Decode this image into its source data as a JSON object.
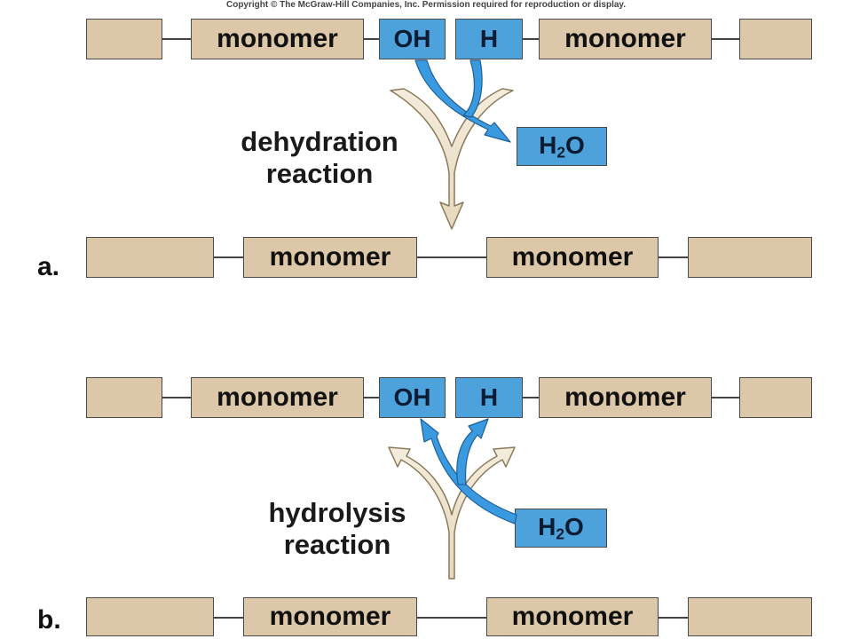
{
  "copyright": "Copyright © The McGraw-Hill Companies, Inc. Permission required for reproduction or display.",
  "panel_a": {
    "letter": "a.",
    "reaction_line1": "dehydration",
    "reaction_line2": "reaction",
    "monomer_label": "monomer",
    "oh_label": "OH",
    "h_label": "H",
    "water_h": "H",
    "water_sub": "2",
    "water_o": "O"
  },
  "panel_b": {
    "letter": "b.",
    "reaction_line1": "hydrolysis",
    "reaction_line2": "reaction",
    "monomer_label": "monomer",
    "oh_label": "OH",
    "h_label": "H",
    "water_h": "H",
    "water_sub": "2",
    "water_o": "O"
  },
  "colors": {
    "monomer_fill": "#dcc8a8",
    "group_fill": "#4ea2dc",
    "arrow_blue": "#2e8fd8",
    "arrow_beige": "#efe4cf"
  }
}
